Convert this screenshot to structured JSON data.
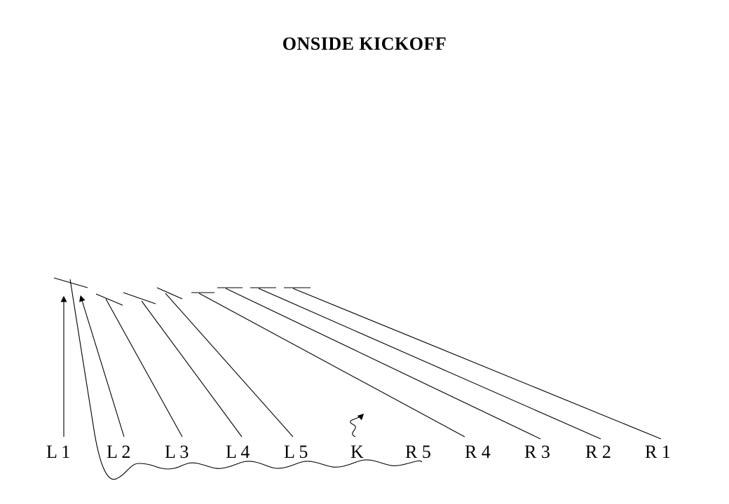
{
  "title": "ONSIDE KICKOFF",
  "players": [
    {
      "id": "L1",
      "label": "L 1"
    },
    {
      "id": "L2",
      "label": "L 2"
    },
    {
      "id": "L3",
      "label": "L 3"
    },
    {
      "id": "L4",
      "label": "L 4"
    },
    {
      "id": "L5",
      "label": "L 5"
    },
    {
      "id": "K",
      "label": "K"
    },
    {
      "id": "R5",
      "label": "R 5"
    },
    {
      "id": "R4",
      "label": "R 4"
    },
    {
      "id": "R3",
      "label": "R 3"
    },
    {
      "id": "R2",
      "label": "R 2"
    },
    {
      "id": "R1",
      "label": "R 1"
    }
  ]
}
